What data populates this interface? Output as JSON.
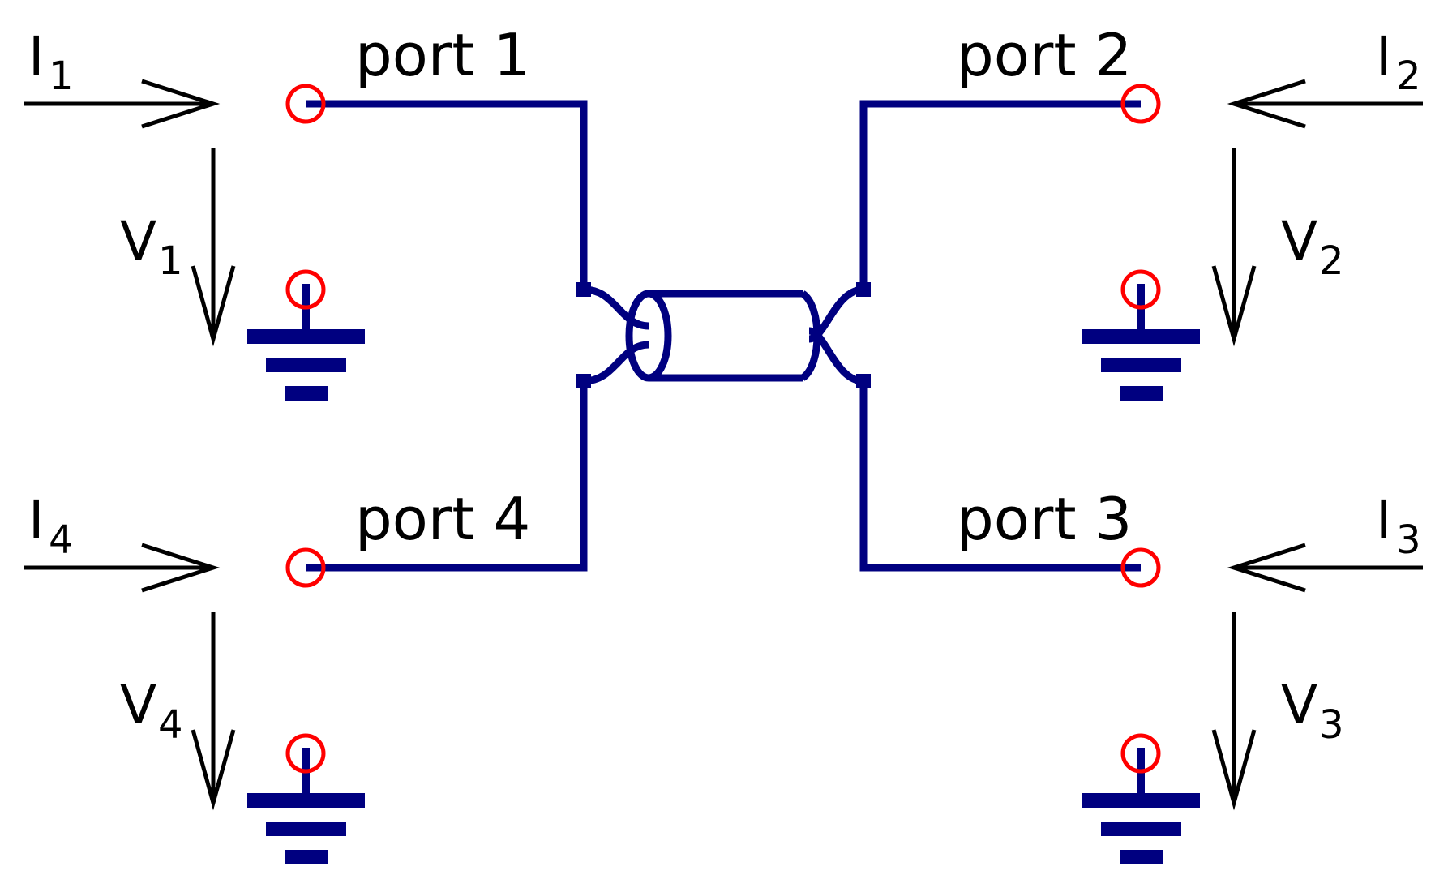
{
  "colors": {
    "wire": "#000080",
    "terminal": "#ff0000",
    "arrow": "#000000",
    "background": "#ffffff"
  },
  "icons": {
    "ground": "ground-icon",
    "terminal": "terminal-circle-icon",
    "coax": "coaxial-transmission-line-icon"
  },
  "ports": {
    "p1": {
      "label": "port 1",
      "current": "I",
      "current_sub": "1",
      "voltage": "V",
      "voltage_sub": "1"
    },
    "p2": {
      "label": "port 2",
      "current": "I",
      "current_sub": "2",
      "voltage": "V",
      "voltage_sub": "2"
    },
    "p3": {
      "label": "port 3",
      "current": "I",
      "current_sub": "3",
      "voltage": "V",
      "voltage_sub": "3"
    },
    "p4": {
      "label": "port 4",
      "current": "I",
      "current_sub": "4",
      "voltage": "V",
      "voltage_sub": "4"
    }
  }
}
